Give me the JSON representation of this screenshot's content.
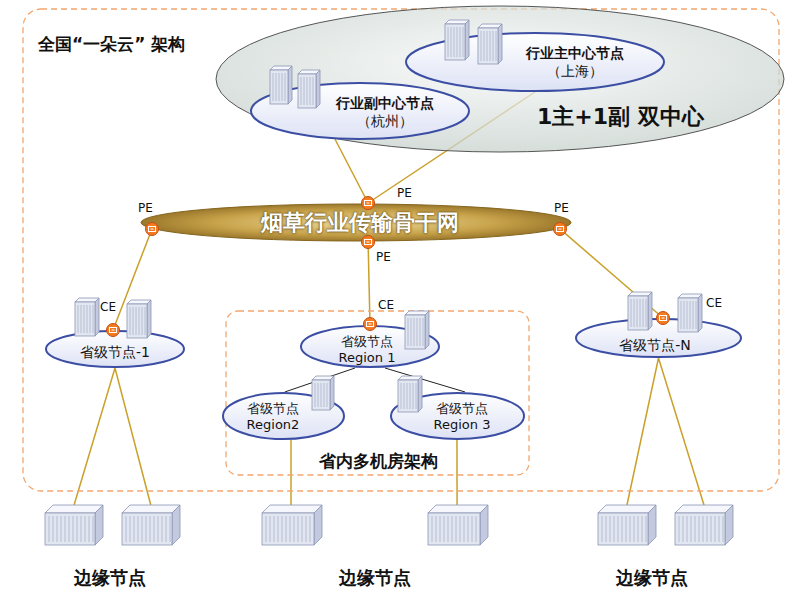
{
  "diagram": {
    "nodes": [
      {
        "text": [
          "全国“一朵云” 架构"
        ]
      },
      {
        "text": [
          "1主+1副 双中心"
        ],
        "in": 0
      },
      {
        "text": [
          "行业主中心节点",
          "（上海）"
        ],
        "in": 1
      },
      {
        "text": [
          "行业副中心节点",
          "（杭州）"
        ],
        "in": 1
      },
      {
        "text": [
          "烟草行业传输骨干网"
        ],
        "in": 0
      },
      {
        "text": [
          "省级节点-1"
        ],
        "in": 0
      },
      {
        "text": [
          "省内多机房架构"
        ],
        "in": 0
      },
      {
        "text": [
          "省级节点 Region 1"
        ],
        "in": 6
      },
      {
        "text": [
          "省级节点 Region2"
        ],
        "in": 6
      },
      {
        "text": [
          "省级节点 Region 3"
        ],
        "in": 6
      },
      {
        "text": [
          "省级节点-N"
        ],
        "in": 0
      },
      {
        "text": [
          "边缘节点"
        ]
      },
      {
        "text": [
          "边缘节点"
        ]
      },
      {
        "text": [
          "边缘节点"
        ]
      }
    ],
    "edges": [
      {
        "from": 3,
        "to": 4,
        "arrow": "none"
      },
      {
        "from": 2,
        "to": 4,
        "arrow": "none"
      },
      {
        "from": 4,
        "to": 5,
        "arrow": "none"
      },
      {
        "from": 4,
        "to": 7,
        "arrow": "none"
      },
      {
        "from": 4,
        "to": 10,
        "arrow": "none"
      },
      {
        "from": 7,
        "to": 8,
        "arrow": "none"
      },
      {
        "from": 7,
        "to": 9,
        "arrow": "none"
      },
      {
        "from": 5,
        "to": 11,
        "arrow": "none"
      },
      {
        "from": 8,
        "to": 12,
        "arrow": "none"
      },
      {
        "from": 9,
        "to": 12,
        "arrow": "none"
      },
      {
        "from": 10,
        "to": 13,
        "arrow": "none"
      }
    ],
    "labels": [
      "PE",
      "PE",
      "PE",
      "PE",
      "CE",
      "CE",
      "CE"
    ]
  }
}
